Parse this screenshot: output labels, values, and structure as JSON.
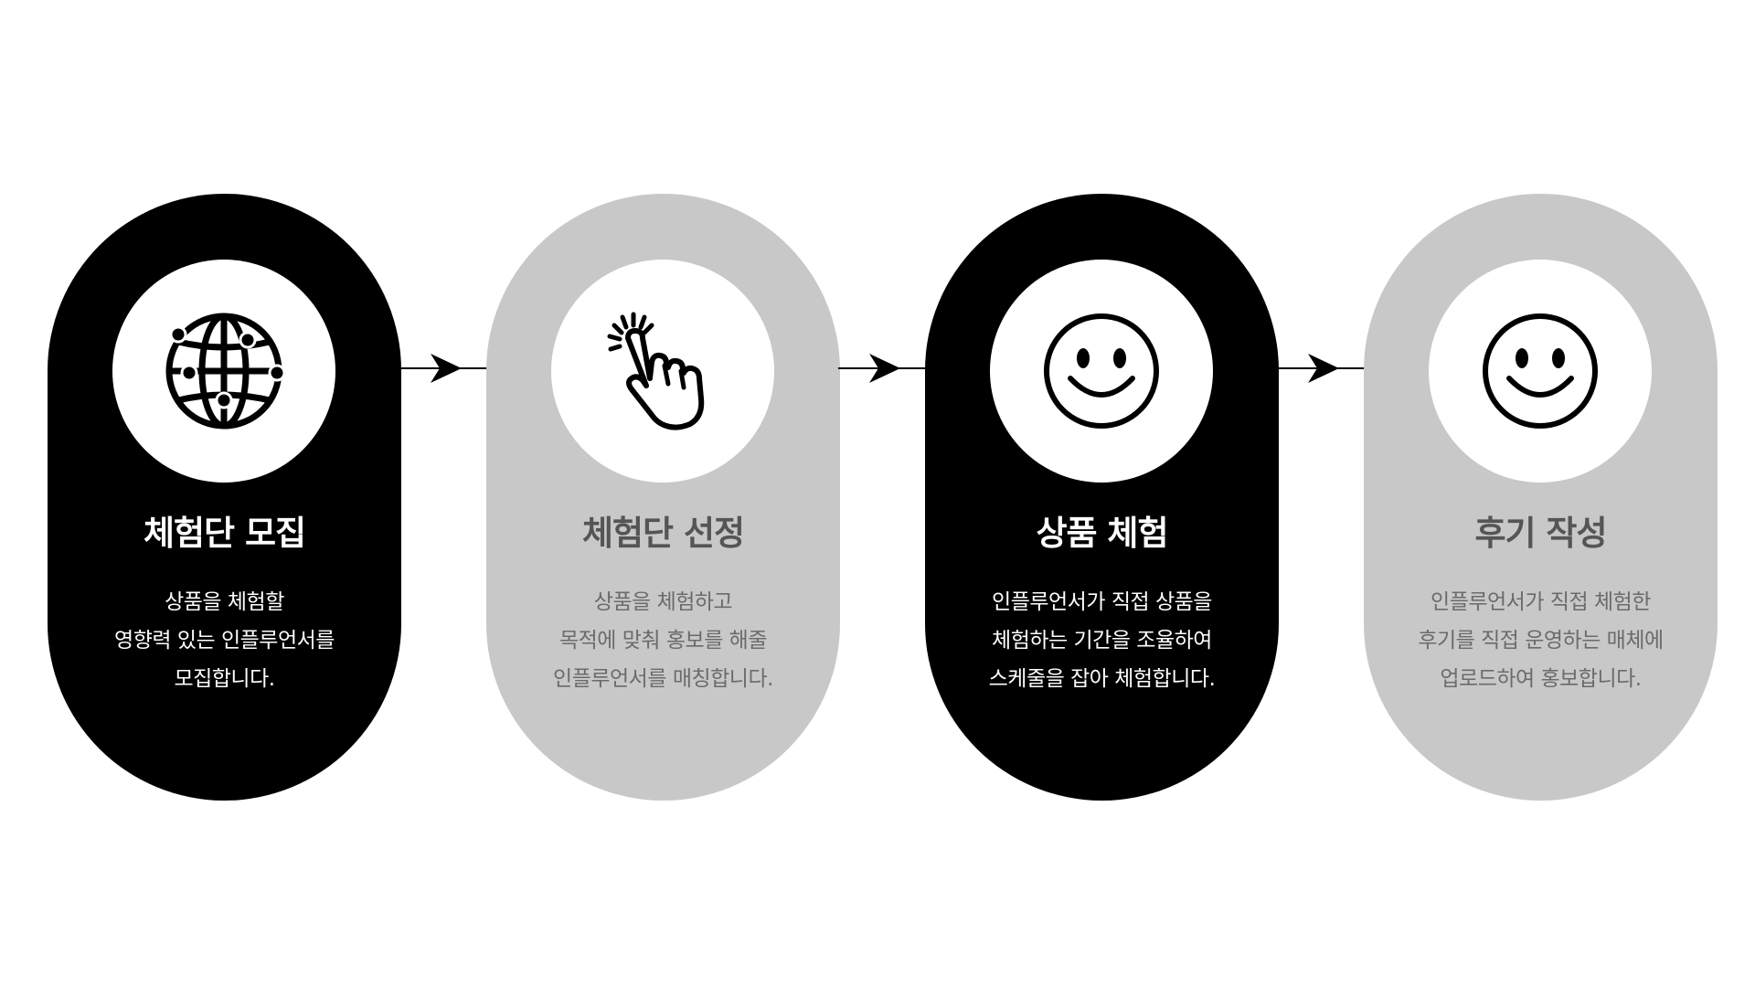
{
  "steps": [
    {
      "title": "체험단 모집",
      "icon": "globe-icon",
      "theme": "dark",
      "desc": [
        "상품을 체험할",
        "영향력 있는 인플루언서를",
        "모집합니다."
      ]
    },
    {
      "title": "체험단 선정",
      "icon": "pointing-hand-click-icon",
      "theme": "light",
      "desc": [
        "상품을 체험하고",
        "목적에 맞춰 홍보를 해줄",
        "인플루언서를 매칭합니다."
      ]
    },
    {
      "title": "상품 체험",
      "icon": "smiley-face-icon",
      "theme": "dark",
      "desc": [
        "인플루언서가 직접 상품을",
        "체험하는 기간을 조율하여",
        "스케줄을 잡아 체험합니다."
      ]
    },
    {
      "title": "후기 작성",
      "icon": "smiley-face-icon",
      "theme": "light",
      "desc": [
        "인플루언서가 직접 체험한",
        "후기를 직접 운영하는 매체에",
        "업로드하여 홍보합니다."
      ]
    }
  ],
  "colors": {
    "dark": "#000000",
    "light": "#c8c8c8",
    "icon_bg": "#ffffff",
    "arrow": "#000000"
  }
}
